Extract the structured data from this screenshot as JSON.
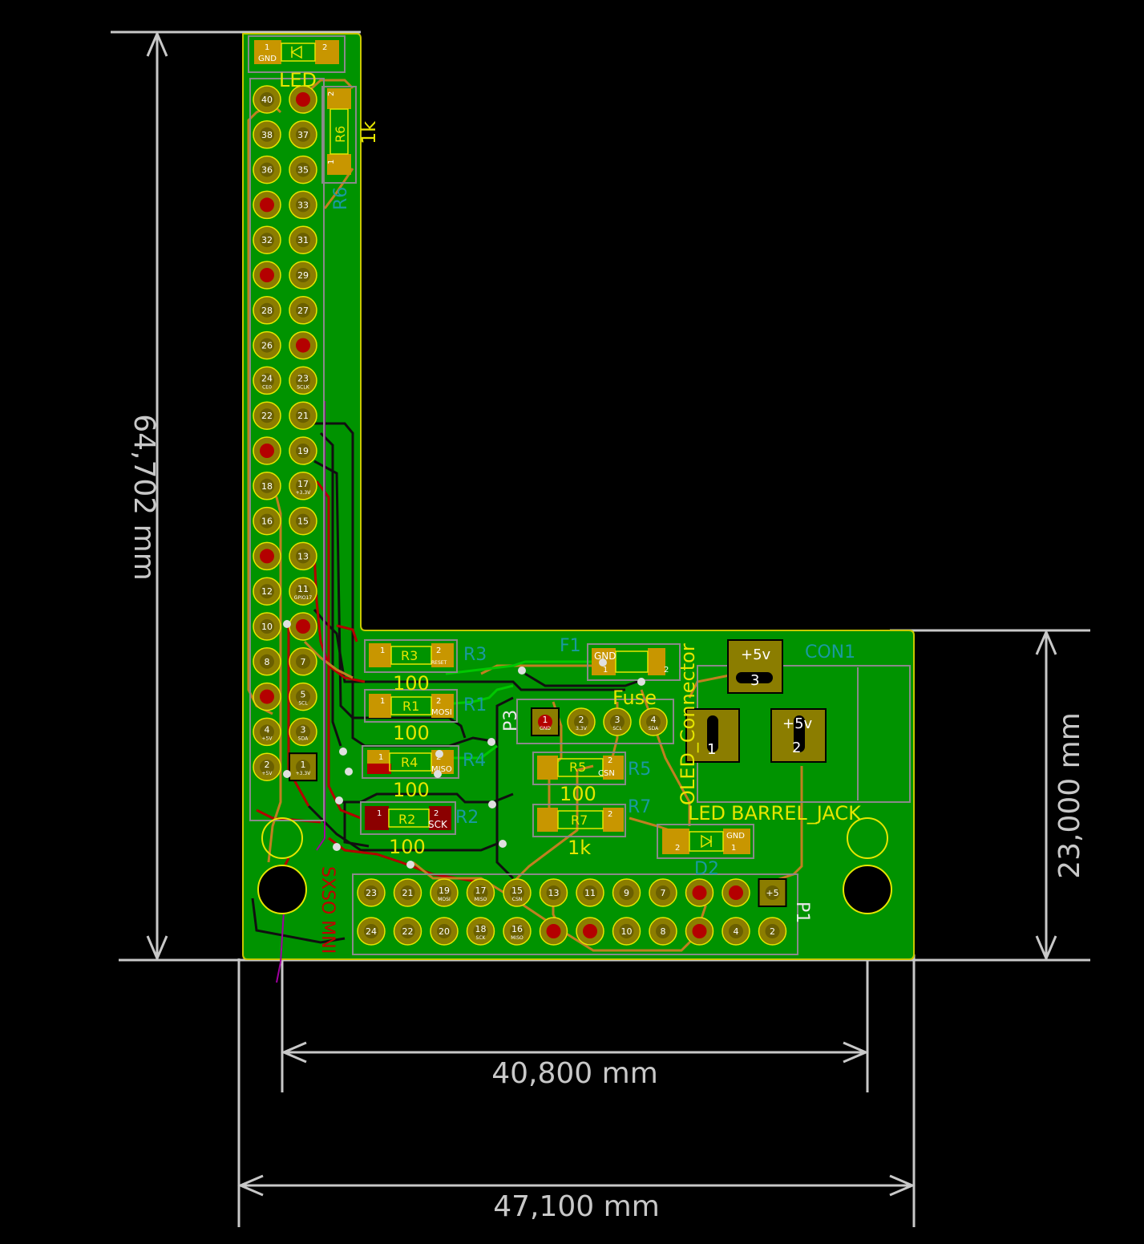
{
  "dimensions": {
    "height_left": "64,702 mm",
    "height_right": "23,000 mm",
    "width_inner": "40,800 mm",
    "width_outer": "47,100 mm"
  },
  "components": {
    "R3": {
      "ref": "R3",
      "value": "100",
      "pad1": "1",
      "pad2": "2",
      "net2": "RESET"
    },
    "R1": {
      "ref": "R1",
      "value": "100",
      "pad1": "1",
      "pad2": "2",
      "net2": "MOSI"
    },
    "R4": {
      "ref": "R4",
      "value": "100",
      "pad1": "1",
      "pad2": "2",
      "net2": "MISO"
    },
    "R2": {
      "ref": "R2",
      "value": "100",
      "pad1": "1",
      "pad2": "2",
      "net2": "SCK"
    },
    "R5": {
      "ref": "R5",
      "value": "100",
      "pad2": "2",
      "net2": "CSN"
    },
    "R7": {
      "ref": "R7",
      "value": "1k",
      "pad2": "2"
    },
    "R6": {
      "ref": "R6",
      "value": "1k",
      "pad1": "1",
      "pad2": "2"
    },
    "F1": {
      "ref": "F1",
      "value": "Fuse",
      "pad1": "1",
      "pad2": "2",
      "net1": "GND"
    },
    "D1": {
      "value": "LED",
      "pad1": "1",
      "pad2": "2",
      "net1": "GND"
    },
    "D2": {
      "ref": "D2",
      "value": "LED",
      "pad1": "1",
      "pad2": "2",
      "net1": "GND"
    },
    "P3": {
      "ref": "P3",
      "value": "OLED_Connector"
    },
    "CON1": {
      "ref": "CON1",
      "value": "BARREL_JACK",
      "pad1": "1",
      "pad2": "2",
      "pad3": "3",
      "net_plus": "+5v"
    },
    "P1": {
      "ref": "P1",
      "mirrored_ref": "P1"
    },
    "bottom_label": "SXSO MNI"
  },
  "rpi_header": {
    "left_col": [
      "40",
      "38",
      "36",
      "",
      "32",
      "",
      "28",
      "26",
      "24",
      "22",
      "",
      "18",
      "16",
      "",
      "12",
      "10",
      "8",
      "",
      "4",
      "2"
    ],
    "right_col": [
      "",
      "37",
      "35",
      "33",
      "31",
      "29",
      "27",
      "",
      "23",
      "21",
      "19",
      "17",
      "15",
      "13",
      "11",
      "",
      "7",
      "5",
      "3",
      "1"
    ],
    "sub_left": {
      "24": "CE0",
      "4": "+5V",
      "2": "+5V"
    },
    "sub_right": {
      "23": "SCLK",
      "17": "+3.3V",
      "11": "GPIO17",
      "5": "SCL",
      "3": "SDA",
      "1": "+3.3V"
    }
  },
  "bottom_header": {
    "top_row": [
      "23",
      "21",
      "19",
      "17",
      "15",
      "13",
      "11",
      "9",
      "7",
      "",
      "",
      "+5"
    ],
    "bottom_row": [
      "24",
      "22",
      "20",
      "18",
      "16",
      "",
      "",
      "10",
      "8",
      "",
      "4",
      "2"
    ],
    "sub_top": {
      "19": "MOSI",
      "17": "MISO",
      "15": "CSN"
    },
    "sub_bottom": {
      "18": "SCK",
      "16": "MISO"
    }
  },
  "oled_pins": [
    {
      "num": "1",
      "net": "GND"
    },
    {
      "num": "2",
      "net": "3.3V"
    },
    {
      "num": "3",
      "net": "SCL"
    },
    {
      "num": "4",
      "net": "SDA"
    }
  ],
  "colors": {
    "board": "#009300",
    "outline": "#c8c800",
    "pad": "#8b7d00",
    "track_orange": "#c08020",
    "track_red": "#b40000",
    "track_black": "#101010",
    "dimension": "#c8c8c8",
    "ref_text": "#1a9aa0",
    "value_text": "#e6e600"
  }
}
